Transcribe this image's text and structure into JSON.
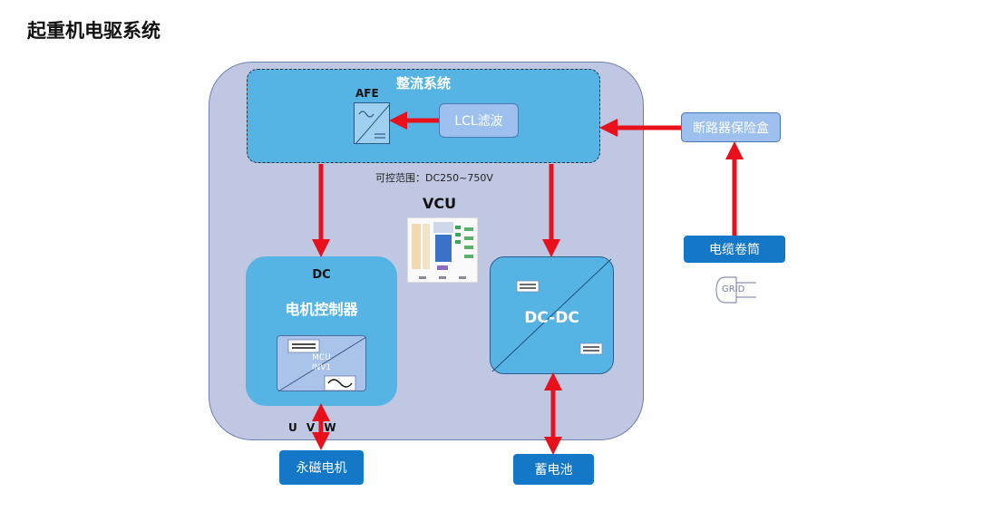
{
  "page": {
    "title": "起重机电驱系统"
  },
  "rectifier": {
    "title": "整流系统",
    "afe_label": "AFE",
    "lcl_label": "LCL滤波",
    "range_text": "可控范围：DC250~750V"
  },
  "vcu": {
    "label": "VCU"
  },
  "motor_controller": {
    "dc_label": "DC",
    "title": "电机控制器",
    "inverter_text_line1": "MCU",
    "inverter_text_line2": "INV1"
  },
  "dcdc": {
    "title": "DC-DC"
  },
  "breaker": {
    "label": "断路器保险盒"
  },
  "cable_reel": {
    "label": "电缆卷筒"
  },
  "grid": {
    "label": "GRID"
  },
  "motor": {
    "label": "永磁电机",
    "phases": "U V W"
  },
  "battery": {
    "label": "蓄电池"
  },
  "colors": {
    "outer": "#c0c7e2",
    "module": "#56b4e5",
    "light_module": "#9ec0ee",
    "button": "#1577c7",
    "arrow": "#e8101a"
  }
}
